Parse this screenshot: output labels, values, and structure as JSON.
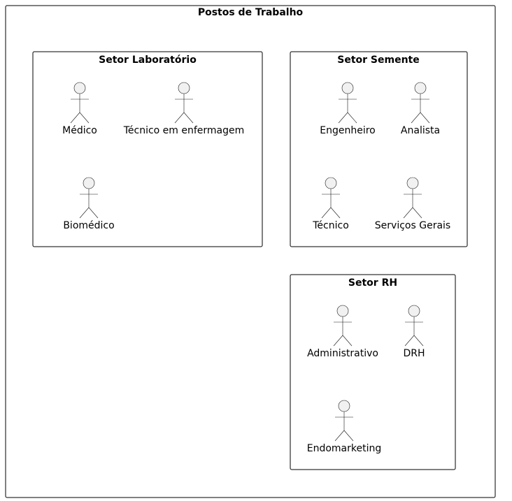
{
  "diagram": {
    "title": "Postos de Trabalho",
    "groups": [
      {
        "id": "lab",
        "title": "Setor Laboratório",
        "actors": [
          "Médico",
          "Técnico em enfermagem",
          "Biomédico"
        ]
      },
      {
        "id": "semente",
        "title": "Setor Semente",
        "actors": [
          "Engenheiro",
          "Analista",
          "Técnico",
          "Serviços Gerais"
        ]
      },
      {
        "id": "rh",
        "title": "Setor RH",
        "actors": [
          "Administrativo",
          "DRH",
          "Endomarketing"
        ]
      }
    ]
  }
}
